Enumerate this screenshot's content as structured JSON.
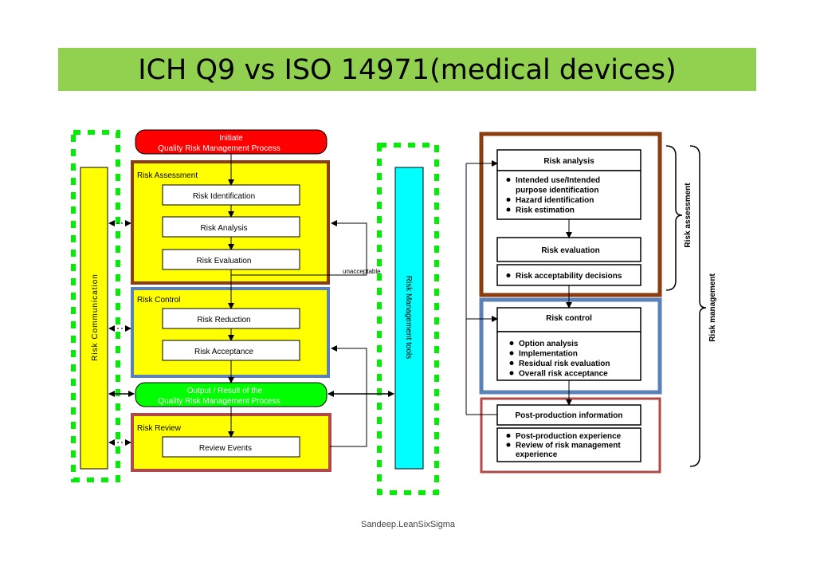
{
  "title": "ICH Q9 vs ISO 14971(medical devices)",
  "footer": "Sandeep.LeanSixSigma",
  "left_flow": {
    "initiate_line1": "Initiate",
    "initiate_line2": "Quality Risk Management Process",
    "risk_assessment_label": "Risk Assessment",
    "risk_identification": "Risk Identification",
    "risk_analysis": "Risk Analysis",
    "risk_evaluation": "Risk Evaluation",
    "unacceptable": "unacceptable",
    "risk_control_label": "Risk Control",
    "risk_reduction": "Risk Reduction",
    "risk_acceptance": "Risk Acceptance",
    "output_line1": "Output / Result of the",
    "output_line2": "Quality Risk Management Process",
    "risk_review_label": "Risk Review",
    "review_events": "Review Events",
    "risk_communication": "Risk Communication",
    "risk_management_tools": "Risk Management tools"
  },
  "right_flow": {
    "risk_analysis_title": "Risk analysis",
    "risk_analysis_bullets": [
      [
        "Intended use/Intended",
        "purpose identification"
      ],
      [
        "Hazard identification"
      ],
      [
        "Risk estimation"
      ]
    ],
    "risk_evaluation_title": "Risk evaluation",
    "risk_evaluation_bullets": [
      [
        "Risk acceptability decisions"
      ]
    ],
    "risk_control_title": "Risk control",
    "risk_control_bullets": [
      [
        "Option analysis"
      ],
      [
        "Implementation"
      ],
      [
        "Residual risk evaluation"
      ],
      [
        "Overall risk acceptance"
      ]
    ],
    "post_production_title": "Post-production information",
    "post_production_bullets": [
      [
        "Post-production experience"
      ],
      [
        "Review of risk management",
        "experience"
      ]
    ],
    "risk_assessment_side": "Risk assessment",
    "risk_management_side": "Risk management"
  },
  "colors": {
    "title_bar": "#92d050",
    "initiate": "#ff0000",
    "output": "#00ff00",
    "yellow": "#ffff00",
    "cyan": "#00ffff",
    "brown_frame": "#8b3d11",
    "blue_frame": "#5b82b8",
    "review_frame": "#b04a4a",
    "dotted_green": "#00ee00"
  }
}
